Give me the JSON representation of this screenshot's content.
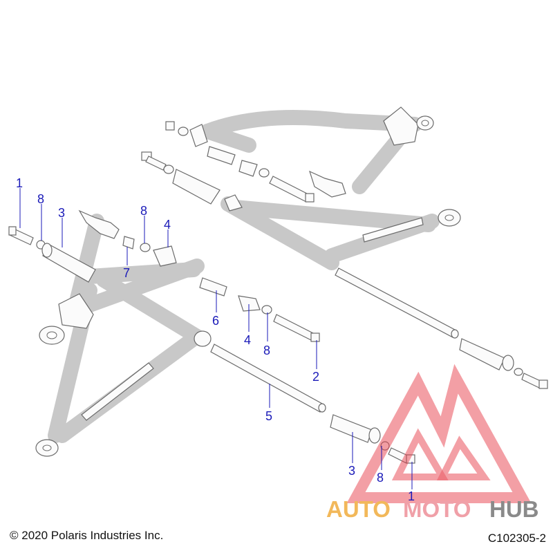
{
  "diagram": {
    "callouts": [
      {
        "id": "c1a",
        "text": "1"
      },
      {
        "id": "c8a",
        "text": "8"
      },
      {
        "id": "c3a",
        "text": "3"
      },
      {
        "id": "c8b",
        "text": "8"
      },
      {
        "id": "c4a",
        "text": "4"
      },
      {
        "id": "c7",
        "text": "7"
      },
      {
        "id": "c6",
        "text": "6"
      },
      {
        "id": "c4b",
        "text": "4"
      },
      {
        "id": "c8c",
        "text": "8"
      },
      {
        "id": "c2",
        "text": "2"
      },
      {
        "id": "c5",
        "text": "5"
      },
      {
        "id": "c3b",
        "text": "3"
      },
      {
        "id": "c8d",
        "text": "8"
      },
      {
        "id": "c1b",
        "text": "1"
      }
    ]
  },
  "footer": {
    "copyright": "© 2020 Polaris Industries Inc.",
    "code": "C102305-2"
  },
  "watermark": {
    "part1": "AUTO",
    "part2": "MOTO",
    "part3": "HUB",
    "colors": {
      "auto": "#f2b85a",
      "moto": "#f0a0a8",
      "hub": "#8a8a8a",
      "logo": "#e8424e"
    }
  }
}
